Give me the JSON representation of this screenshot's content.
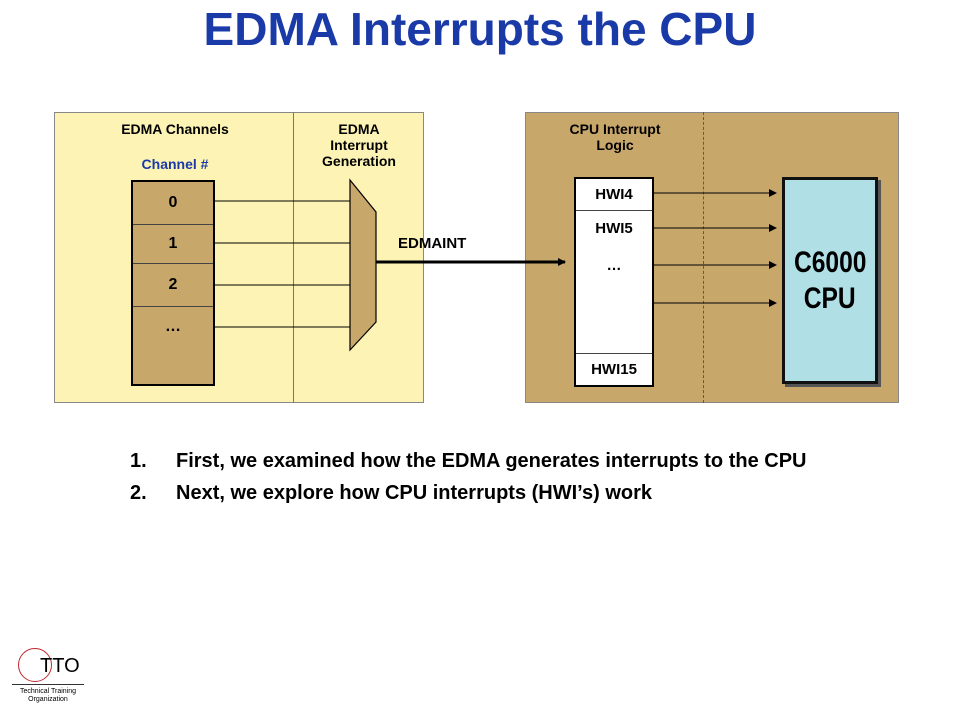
{
  "title": "EDMA Interrupts the CPU",
  "edma_panel": {
    "channels_heading": "EDMA Channels",
    "generation_heading_lines": [
      "EDMA",
      "Interrupt",
      "Generation"
    ],
    "channel_label": "Channel #",
    "channels": [
      "0",
      "1",
      "2",
      "…"
    ],
    "fill_color": "#fdf3b4"
  },
  "signal_label": "EDMAINT",
  "cpu_panel": {
    "heading_lines": [
      "CPU Interrupt",
      "Logic"
    ],
    "hwi": [
      "HWI4",
      "HWI5",
      "…",
      "HWI15"
    ],
    "cpu_lines": [
      "C6000",
      "CPU"
    ],
    "fill_color": "#c8a76b"
  },
  "points": [
    {
      "num": "1.",
      "text": "First, we examined how the EDMA generates interrupts to the CPU"
    },
    {
      "num": "2.",
      "text": "Next, we explore how CPU interrupts (HWI’s) work"
    }
  ],
  "logo": {
    "text": "TTO",
    "sub_lines": [
      "Technical Training",
      "Organization"
    ]
  },
  "colors": {
    "title": "#1a3aa8",
    "channel_label": "#1a3aa8",
    "stack_fill": "#c8a76b",
    "cpu_fill": "#b0e0e6"
  }
}
